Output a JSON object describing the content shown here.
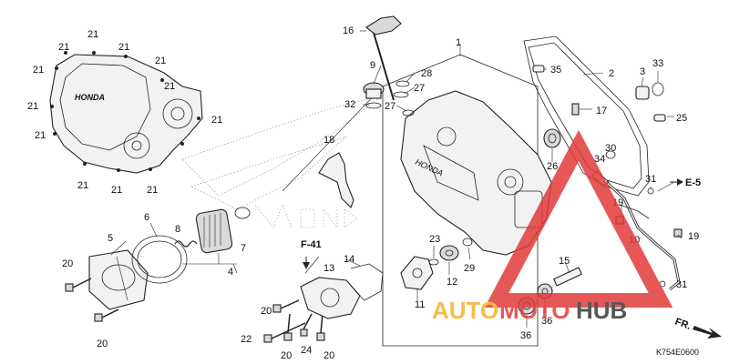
{
  "diagram_code": "K754E0600",
  "callouts": {
    "c1": "1",
    "c2": "2",
    "c3": "3",
    "c4": "4",
    "c5": "5",
    "c6": "6",
    "c7": "7",
    "c8": "8",
    "c9": "9",
    "c10": "10",
    "c11": "11",
    "c12": "12",
    "c13": "13",
    "c14": "14",
    "c15": "15",
    "c16": "16",
    "c17": "17",
    "c18": "18",
    "c19a": "19",
    "c19b": "19",
    "c20a": "20",
    "c20b": "20",
    "c20c": "20",
    "c20d": "20",
    "c20e": "20",
    "c21_1": "21",
    "c21_2": "21",
    "c21_3": "21",
    "c21_4": "21",
    "c21_5": "21",
    "c21_6": "21",
    "c21_7": "21",
    "c21_8": "21",
    "c21_9": "21",
    "c21_10": "21",
    "c21_11": "21",
    "c21_12": "21",
    "c22": "22",
    "c23": "23",
    "c24": "24",
    "c25": "25",
    "c26": "26",
    "c27a": "27",
    "c27b": "27",
    "c28": "28",
    "c29": "29",
    "c30": "30",
    "c31a": "31",
    "c31b": "31",
    "c32": "32",
    "c33": "33",
    "c34": "34",
    "c35": "35",
    "c36a": "36",
    "c36b": "36"
  },
  "section_refs": {
    "e5": "E-5",
    "f41": "F-41"
  },
  "direction_marker": "FR.",
  "cover_brand": "HONDA",
  "watermark": {
    "part1": "AUTO",
    "part2": "MOTO",
    "part3": "HUB"
  },
  "colors": {
    "watermark_red": "#e23b3b",
    "watermark_yellow": "#f5b12c",
    "watermark_dark": "#3a3a3a"
  }
}
